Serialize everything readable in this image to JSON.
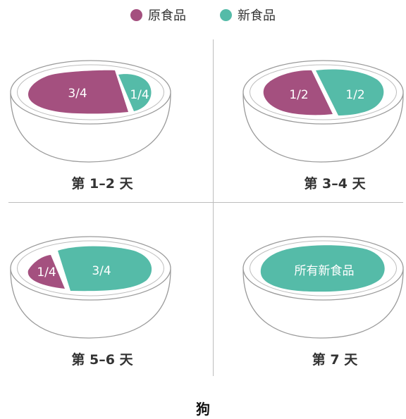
{
  "legend": {
    "old_food": {
      "label": "原食品",
      "color": "#a4507f"
    },
    "new_food": {
      "label": "新食品",
      "color": "#55bba8"
    }
  },
  "panels": [
    {
      "caption": "第 1–2 天",
      "old_fraction": 0.75,
      "new_fraction": 0.25,
      "old_label": "3/4",
      "new_label": "1/4"
    },
    {
      "caption": "第 3–4 天",
      "old_fraction": 0.5,
      "new_fraction": 0.5,
      "old_label": "1/2",
      "new_label": "1/2"
    },
    {
      "caption": "第 5–6 天",
      "old_fraction": 0.25,
      "new_fraction": 0.75,
      "old_label": "1/4",
      "new_label": "3/4"
    },
    {
      "caption": "第 7 天",
      "old_fraction": 0,
      "new_fraction": 1,
      "all_label": "所有新食品"
    }
  ],
  "species_label": "狗"
}
